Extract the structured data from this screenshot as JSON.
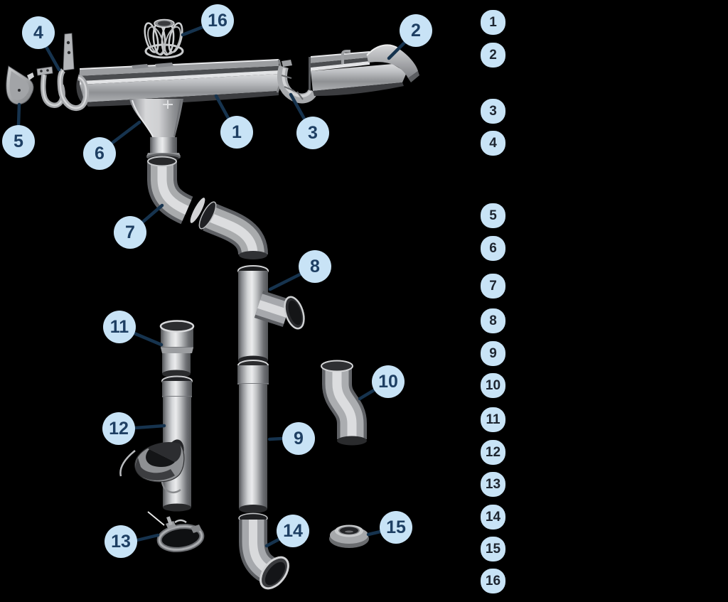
{
  "palette": {
    "page_bg": "#000000",
    "callout_bg": "#c8e3f6",
    "callout_text": "#1e3f63",
    "legend_bg": "#c8e3f6",
    "legend_text": "#1d2530",
    "leader_line": "#16334e"
  },
  "diagram": {
    "description_icon_names": [
      "gutter-channel",
      "gutter-end-piece",
      "gutter-connector",
      "gutter-bracket",
      "gutter-end-cap",
      "gutter-outlet-funnel",
      "swan-neck-offset-elbows",
      "downpipe-branch-tee",
      "downpipe",
      "s-offset-bend",
      "pipe-connector-sleeve",
      "rainwater-collector-pipe",
      "pipe-clamp",
      "downpipe-outlet-shoe",
      "drain-collar-ring",
      "leaf-strainer"
    ],
    "callouts": [
      {
        "num": "1"
      },
      {
        "num": "2"
      },
      {
        "num": "3"
      },
      {
        "num": "4"
      },
      {
        "num": "5"
      },
      {
        "num": "6"
      },
      {
        "num": "7"
      },
      {
        "num": "8"
      },
      {
        "num": "9"
      },
      {
        "num": "10"
      },
      {
        "num": "11"
      },
      {
        "num": "12"
      },
      {
        "num": "13"
      },
      {
        "num": "14"
      },
      {
        "num": "15"
      },
      {
        "num": "16"
      }
    ]
  },
  "legend": {
    "items": [
      {
        "num": "1"
      },
      {
        "num": "2"
      },
      {
        "num": "3"
      },
      {
        "num": "4"
      },
      {
        "num": "5"
      },
      {
        "num": "6"
      },
      {
        "num": "7"
      },
      {
        "num": "8"
      },
      {
        "num": "9"
      },
      {
        "num": "10"
      },
      {
        "num": "11"
      },
      {
        "num": "12"
      },
      {
        "num": "13"
      },
      {
        "num": "14"
      },
      {
        "num": "15"
      },
      {
        "num": "16"
      }
    ]
  }
}
